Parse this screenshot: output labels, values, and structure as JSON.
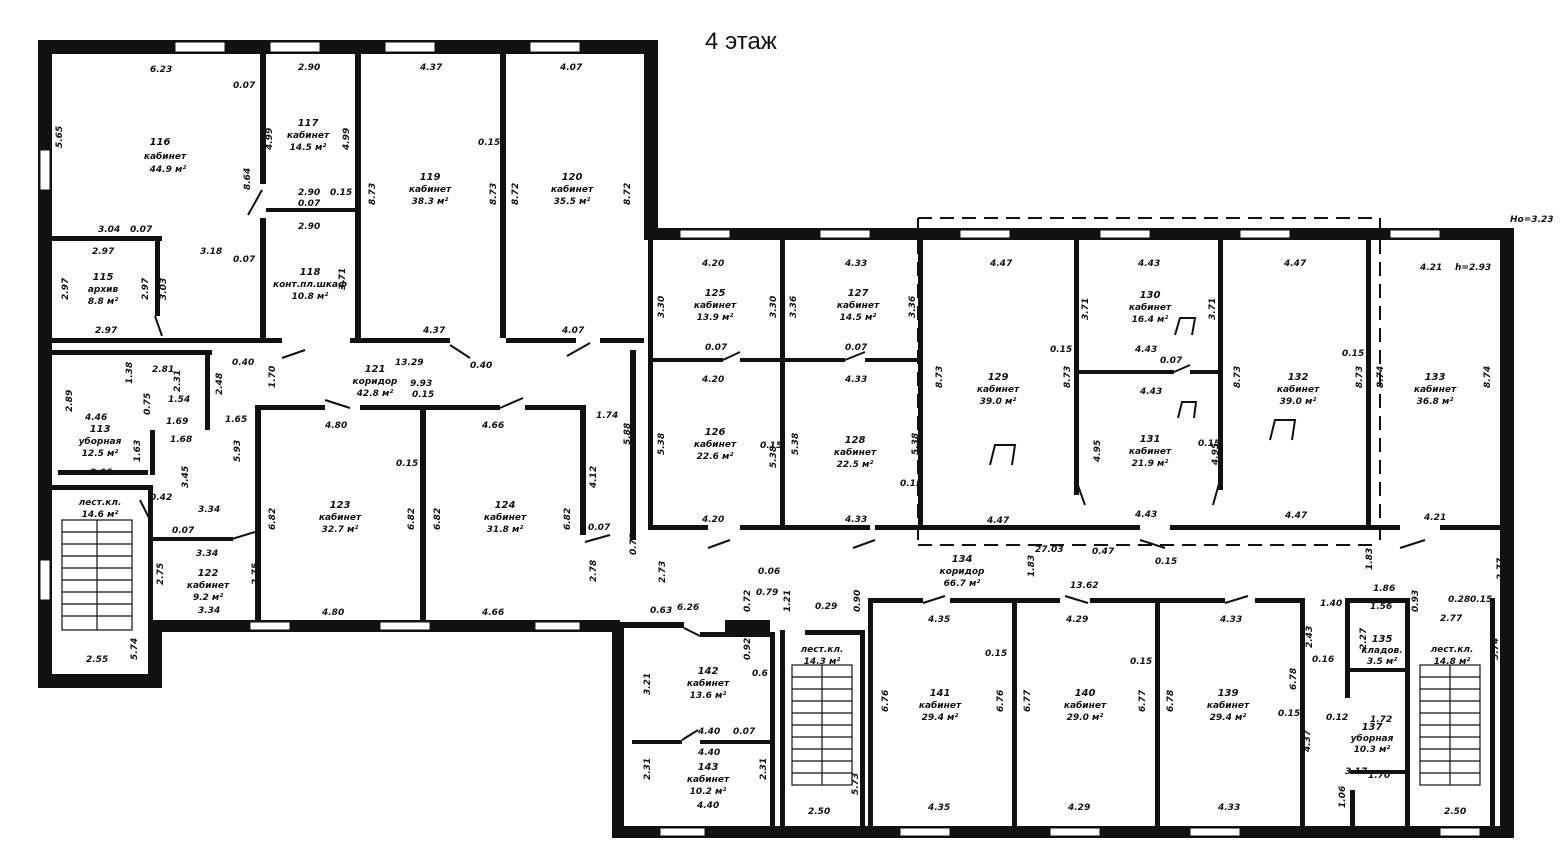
{
  "floor_title": "4 этаж",
  "height_marks": [
    "Hо=3.23",
    "h=2.93"
  ],
  "rooms": [
    {
      "id": "r116",
      "num": "116",
      "name": "кабинет",
      "area": "44.9 м²"
    },
    {
      "id": "r117",
      "num": "117",
      "name": "кабинет",
      "area": "14.5 м²"
    },
    {
      "id": "r118",
      "num": "118",
      "name": "конт.пл.шкаф",
      "area": "10.8 м²"
    },
    {
      "id": "r119",
      "num": "119",
      "name": "кабинет",
      "area": "38.3 м²"
    },
    {
      "id": "r120",
      "num": "120",
      "name": "кабинет",
      "area": "35.5 м²"
    },
    {
      "id": "r115",
      "num": "115",
      "name": "архив",
      "area": "8.8 м²"
    },
    {
      "id": "r113",
      "num": "113",
      "name": "уборная",
      "area": "12.5 м²"
    },
    {
      "id": "r121",
      "num": "121",
      "name": "коридор",
      "area": "42.8 м²"
    },
    {
      "id": "r123",
      "num": "123",
      "name": "кабинет",
      "area": "32.7 м²"
    },
    {
      "id": "r124",
      "num": "124",
      "name": "кабинет",
      "area": "31.8 м²"
    },
    {
      "id": "r122",
      "num": "122",
      "name": "кабинет",
      "area": "9.2 м²"
    },
    {
      "id": "rstairL",
      "num": "",
      "name": "лест.кл.",
      "area": "14.6 м²"
    },
    {
      "id": "r125",
      "num": "125",
      "name": "кабинет",
      "area": "13.9 м²"
    },
    {
      "id": "r127",
      "num": "127",
      "name": "кабинет",
      "area": "14.5 м²"
    },
    {
      "id": "r126",
      "num": "126",
      "name": "кабинет",
      "area": "22.6 м²"
    },
    {
      "id": "r128",
      "num": "128",
      "name": "кабинет",
      "area": "22.5 м²"
    },
    {
      "id": "r129",
      "num": "129",
      "name": "кабинет",
      "area": "39.0 м²"
    },
    {
      "id": "r130",
      "num": "130",
      "name": "кабинет",
      "area": "16.4 м²"
    },
    {
      "id": "r131",
      "num": "131",
      "name": "кабинет",
      "area": "21.9 м²"
    },
    {
      "id": "r132",
      "num": "132",
      "name": "кабинет",
      "area": "39.0 м²"
    },
    {
      "id": "r133",
      "num": "133",
      "name": "кабинет",
      "area": "36.8 м²"
    },
    {
      "id": "r134",
      "num": "134",
      "name": "коридор",
      "area": "66.7 м²"
    },
    {
      "id": "r142",
      "num": "142",
      "name": "кабинет",
      "area": "13.6 м²"
    },
    {
      "id": "r143",
      "num": "143",
      "name": "кабинет",
      "area": "10.2 м²"
    },
    {
      "id": "rstairM",
      "num": "",
      "name": "лест.кл.",
      "area": "14.3 м²"
    },
    {
      "id": "r141",
      "num": "141",
      "name": "кабинет",
      "area": "29.4 м²"
    },
    {
      "id": "r140",
      "num": "140",
      "name": "кабинет",
      "area": "29.0 м²"
    },
    {
      "id": "r139",
      "num": "139",
      "name": "кабинет",
      "area": "29.4 м²"
    },
    {
      "id": "r135",
      "num": "135",
      "name": "кладов.",
      "area": "3.5 м²"
    },
    {
      "id": "r137",
      "num": "137",
      "name": "уборная",
      "area": "10.3 м²"
    },
    {
      "id": "rstairR",
      "num": "",
      "name": "лест.кл.",
      "area": "14.8 м²"
    }
  ],
  "dimensions": [
    {
      "id": "d1",
      "v": "6.23"
    },
    {
      "id": "d2",
      "v": "2.90"
    },
    {
      "id": "d3",
      "v": "4.37"
    },
    {
      "id": "d4",
      "v": "4.07"
    },
    {
      "id": "d5",
      "v": "5.65"
    },
    {
      "id": "d6",
      "v": "4.99"
    },
    {
      "id": "d7",
      "v": "4.99"
    },
    {
      "id": "d8",
      "v": "0.07"
    },
    {
      "id": "d9",
      "v": "8.64"
    },
    {
      "id": "d10",
      "v": "2.90"
    },
    {
      "id": "d11",
      "v": "0.15"
    },
    {
      "id": "d12",
      "v": "0.07"
    },
    {
      "id": "d13",
      "v": "2.90"
    },
    {
      "id": "d14",
      "v": "8.73"
    },
    {
      "id": "d15",
      "v": "0.15"
    },
    {
      "id": "d16",
      "v": "8.73"
    },
    {
      "id": "d17",
      "v": "8.72"
    },
    {
      "id": "d18",
      "v": "8.72"
    },
    {
      "id": "d19",
      "v": "3.04"
    },
    {
      "id": "d20",
      "v": "0.07"
    },
    {
      "id": "d21",
      "v": "2.97"
    },
    {
      "id": "d22",
      "v": "3.18"
    },
    {
      "id": "d23",
      "v": "0.07"
    },
    {
      "id": "d24",
      "v": "3.71"
    },
    {
      "id": "d25",
      "v": "2.97"
    },
    {
      "id": "d26",
      "v": "2.97"
    },
    {
      "id": "d27",
      "v": "3.03"
    },
    {
      "id": "d28",
      "v": "2.97"
    },
    {
      "id": "d29",
      "v": "4.37"
    },
    {
      "id": "d30",
      "v": "4.07"
    },
    {
      "id": "d31",
      "v": "0.40"
    },
    {
      "id": "d32",
      "v": "13.29"
    },
    {
      "id": "d33",
      "v": "0.40"
    },
    {
      "id": "d34",
      "v": "2.81"
    },
    {
      "id": "d35",
      "v": "2.31"
    },
    {
      "id": "d36",
      "v": "1.54"
    },
    {
      "id": "d37",
      "v": "1.38"
    },
    {
      "id": "d38",
      "v": "2.48"
    },
    {
      "id": "d39",
      "v": "1.70"
    },
    {
      "id": "d40",
      "v": "9.93"
    },
    {
      "id": "d41",
      "v": "0.15"
    },
    {
      "id": "d42",
      "v": "2.89"
    },
    {
      "id": "d43",
      "v": "4.46"
    },
    {
      "id": "d44",
      "v": "0.75"
    },
    {
      "id": "d45",
      "v": "1.69"
    },
    {
      "id": "d46",
      "v": "1.65"
    },
    {
      "id": "d47",
      "v": "4.80"
    },
    {
      "id": "d48",
      "v": "4.66"
    },
    {
      "id": "d49",
      "v": "1.74"
    },
    {
      "id": "d50",
      "v": "1.68"
    },
    {
      "id": "d51",
      "v": "5.88"
    },
    {
      "id": "d52",
      "v": "1.63"
    },
    {
      "id": "d53",
      "v": "5.93"
    },
    {
      "id": "d54",
      "v": "0.15"
    },
    {
      "id": "d55",
      "v": "2.66"
    },
    {
      "id": "d56",
      "v": "3.45"
    },
    {
      "id": "d57",
      "v": "4.12"
    },
    {
      "id": "d58",
      "v": "0.42"
    },
    {
      "id": "d59",
      "v": "3.34"
    },
    {
      "id": "d60",
      "v": "6.82"
    },
    {
      "id": "d61",
      "v": "6.82"
    },
    {
      "id": "d62",
      "v": "6.82"
    },
    {
      "id": "d63",
      "v": "6.82"
    },
    {
      "id": "d64",
      "v": "0.07"
    },
    {
      "id": "d65",
      "v": "0.07"
    },
    {
      "id": "d66",
      "v": "3.34"
    },
    {
      "id": "d67",
      "v": "0.75"
    },
    {
      "id": "d68",
      "v": "2.75"
    },
    {
      "id": "d69",
      "v": "2.75"
    },
    {
      "id": "d70",
      "v": "3.34"
    },
    {
      "id": "d71",
      "v": "2.78"
    },
    {
      "id": "d72",
      "v": "4.80"
    },
    {
      "id": "d73",
      "v": "4.66"
    },
    {
      "id": "d74",
      "v": "2.55"
    },
    {
      "id": "d75",
      "v": "5.74"
    },
    {
      "id": "d76",
      "v": "4.20"
    },
    {
      "id": "d77",
      "v": "4.33"
    },
    {
      "id": "d78",
      "v": "4.47"
    },
    {
      "id": "d79",
      "v": "4.43"
    },
    {
      "id": "d80",
      "v": "4.47"
    },
    {
      "id": "d81",
      "v": "4.21"
    },
    {
      "id": "d82",
      "v": "3.30"
    },
    {
      "id": "d83",
      "v": "3.30"
    },
    {
      "id": "d84",
      "v": "3.36"
    },
    {
      "id": "d85",
      "v": "3.36"
    },
    {
      "id": "d86",
      "v": "3.71"
    },
    {
      "id": "d87",
      "v": "3.71"
    },
    {
      "id": "d88",
      "v": "0.07"
    },
    {
      "id": "d89",
      "v": "0.07"
    },
    {
      "id": "d90",
      "v": "4.20"
    },
    {
      "id": "d91",
      "v": "4.33"
    },
    {
      "id": "d92",
      "v": "0.15"
    },
    {
      "id": "d93",
      "v": "4.43"
    },
    {
      "id": "d94",
      "v": "0.07"
    },
    {
      "id": "d95",
      "v": "0.15"
    },
    {
      "id": "d96",
      "v": "8.73"
    },
    {
      "id": "d97",
      "v": "8.73"
    },
    {
      "id": "d98",
      "v": "4.43"
    },
    {
      "id": "d99",
      "v": "8.73"
    },
    {
      "id": "d100",
      "v": "8.73"
    },
    {
      "id": "d101",
      "v": "8.74"
    },
    {
      "id": "d102",
      "v": "8.74"
    },
    {
      "id": "d103",
      "v": "5.38"
    },
    {
      "id": "d104",
      "v": "0.15"
    },
    {
      "id": "d105",
      "v": "5.38"
    },
    {
      "id": "d106",
      "v": "5.38"
    },
    {
      "id": "d107",
      "v": "5.38"
    },
    {
      "id": "d108",
      "v": "4.95"
    },
    {
      "id": "d109",
      "v": "0.15"
    },
    {
      "id": "d110",
      "v": "4.95"
    },
    {
      "id": "d111",
      "v": "0.15"
    },
    {
      "id": "d112",
      "v": "4.20"
    },
    {
      "id": "d113",
      "v": "4.33"
    },
    {
      "id": "d114",
      "v": "4.47"
    },
    {
      "id": "d115",
      "v": "4.43"
    },
    {
      "id": "d116",
      "v": "4.47"
    },
    {
      "id": "d117",
      "v": "4.21"
    },
    {
      "id": "d118",
      "v": "27.03"
    },
    {
      "id": "d119",
      "v": "0.47"
    },
    {
      "id": "d120",
      "v": "0.15"
    },
    {
      "id": "d121",
      "v": "1.83"
    },
    {
      "id": "d122",
      "v": "1.83"
    },
    {
      "id": "d123",
      "v": "13.62"
    },
    {
      "id": "d124",
      "v": "2.73"
    },
    {
      "id": "d125",
      "v": "0.06"
    },
    {
      "id": "d126",
      "v": "0.79"
    },
    {
      "id": "d127",
      "v": "0.72"
    },
    {
      "id": "d128",
      "v": "1.21"
    },
    {
      "id": "d129",
      "v": "0.29"
    },
    {
      "id": "d130",
      "v": "0.90"
    },
    {
      "id": "d131",
      "v": "0.63"
    },
    {
      "id": "d132",
      "v": "6.26"
    },
    {
      "id": "d133",
      "v": "4.35"
    },
    {
      "id": "d134",
      "v": "4.29"
    },
    {
      "id": "d135",
      "v": "4.33"
    },
    {
      "id": "d136",
      "v": "1.40"
    },
    {
      "id": "d137",
      "v": "1.86"
    },
    {
      "id": "d138",
      "v": "1.56"
    },
    {
      "id": "d139",
      "v": "0.93"
    },
    {
      "id": "d140",
      "v": "0.28"
    },
    {
      "id": "d141",
      "v": "2.77"
    },
    {
      "id": "d142",
      "v": "2.77"
    },
    {
      "id": "d143",
      "v": "0.15"
    },
    {
      "id": "d144",
      "v": "0.92"
    },
    {
      "id": "d145",
      "v": "0.6"
    },
    {
      "id": "d146",
      "v": "3.21"
    },
    {
      "id": "d147",
      "v": "0.15"
    },
    {
      "id": "d148",
      "v": "0.15"
    },
    {
      "id": "d149",
      "v": "2.43"
    },
    {
      "id": "d150",
      "v": "0.16"
    },
    {
      "id": "d151",
      "v": "6.76"
    },
    {
      "id": "d152",
      "v": "6.76"
    },
    {
      "id": "d153",
      "v": "6.77"
    },
    {
      "id": "d154",
      "v": "6.77"
    },
    {
      "id": "d155",
      "v": "6.78"
    },
    {
      "id": "d156",
      "v": "6.78"
    },
    {
      "id": "d157",
      "v": "2.27"
    },
    {
      "id": "d158",
      "v": "5.74"
    },
    {
      "id": "d159",
      "v": "4.40"
    },
    {
      "id": "d160",
      "v": "0.07"
    },
    {
      "id": "d161",
      "v": "4.40"
    },
    {
      "id": "d162",
      "v": "0.15"
    },
    {
      "id": "d163",
      "v": "0.12"
    },
    {
      "id": "d164",
      "v": "1.72"
    },
    {
      "id": "d165",
      "v": "2.31"
    },
    {
      "id": "d166",
      "v": "2.31"
    },
    {
      "id": "d167",
      "v": "3.17"
    },
    {
      "id": "d168",
      "v": "4.37"
    },
    {
      "id": "d169",
      "v": "4.40"
    },
    {
      "id": "d170",
      "v": "4.35"
    },
    {
      "id": "d171",
      "v": "4.29"
    },
    {
      "id": "d172",
      "v": "4.33"
    },
    {
      "id": "d173",
      "v": "2.50"
    },
    {
      "id": "d174",
      "v": "5.73"
    },
    {
      "id": "d175",
      "v": "2.50"
    },
    {
      "id": "d176",
      "v": "1.06"
    },
    {
      "id": "d177",
      "v": "1.70"
    }
  ]
}
